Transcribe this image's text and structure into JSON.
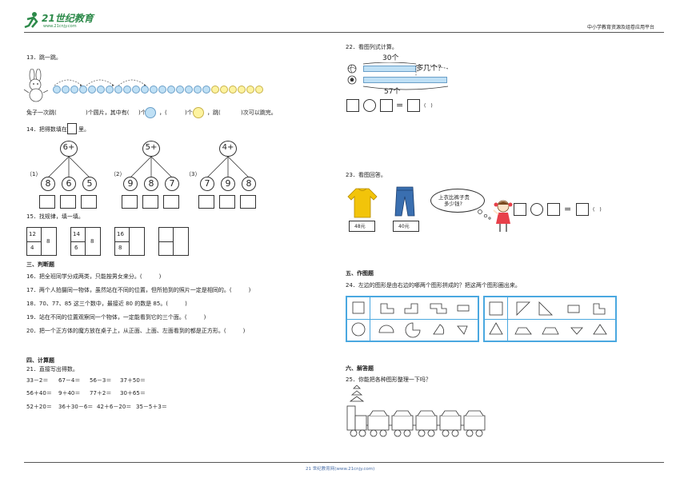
{
  "header": {
    "logo_text": "21世纪教育",
    "logo_url": "www.21cnjy.com",
    "platform": "中小学教育资源及组卷应用平台"
  },
  "footer": {
    "text": "21 世纪教育网(www.21cnjy.com)"
  },
  "q13": {
    "title": "13．跳一跳。",
    "line": [
      "兔子一次跳(",
      ")个圆片，其中有(",
      ")个",
      "，(",
      ")个",
      "，跳(",
      ")次可以跳完。"
    ]
  },
  "q14": {
    "title": "14．把得数填在",
    "title_end": "里。",
    "trees": [
      {
        "label": "（1）",
        "top": "6+",
        "nums": [
          "8",
          "6",
          "5"
        ]
      },
      {
        "label": "（2）",
        "top": "5+",
        "nums": [
          "9",
          "8",
          "7"
        ]
      },
      {
        "label": "（3）",
        "top": "4+",
        "nums": [
          "7",
          "9",
          "8"
        ]
      }
    ]
  },
  "q15": {
    "title": "15．找规律，填一填。",
    "grids": [
      {
        "a": "12",
        "b": "4",
        "c": "8"
      },
      {
        "a": "14",
        "b": "6",
        "c": "8"
      },
      {
        "a": "16",
        "b": "8",
        "c": ""
      },
      {
        "a": "",
        "b": "",
        "c": ""
      }
    ]
  },
  "section3": {
    "title": "三、判断题",
    "items": [
      "16．把全班同学分成两类，只能按男女来分。(　　　)",
      "17．两个人拍摄同一物体，虽然站在不同的位置，但所拍到的照片一定是相同的。(　　　)",
      "18．70、77、85 这三个数中，最接近 80 的数是 85。(　　　)",
      "19．站在不同的位置观察同一个物体，一定能看到它的三个面。(　　　)",
      "20．把一个正方体的魔方放在桌子上，从正面、上面、左面看到的都是正方形。(　　　)"
    ]
  },
  "section4": {
    "title": "四、计算题",
    "q21_title": "21．直接写出得数。",
    "rows": [
      [
        "33－2＝",
        "67－4＝",
        "56－3＝",
        "37＋50＝"
      ],
      [
        "56＋40＝",
        "9＋40＝",
        "77＋2＝",
        "30＋65＝"
      ],
      [
        "52＋20＝",
        "36＋30－6＝",
        "42＋6－20＝",
        "35－5＋3＝"
      ]
    ]
  },
  "q22": {
    "title": "22．看图列式计算。",
    "top_label": "30个",
    "question": "多几个？",
    "bottom_label": "57个",
    "paren": "(　)"
  },
  "q23": {
    "title": "23．看图回答。",
    "price_shirt": "48元",
    "price_pants": "40元",
    "bubble": [
      "上衣比裤子贵",
      "多少钱?"
    ],
    "paren": "(　)"
  },
  "section5": {
    "title": "五、作图题",
    "q24": "24．左边的图形是由右边的哪两个图形拼成的？把这两个图形圈出来。"
  },
  "section6": {
    "title": "六、解答题",
    "q25": "25．你能把各种图形整理一下吗？"
  },
  "colors": {
    "accent": "#4aa8e0",
    "bead": "#bfe0f5",
    "yellow": "#fdf3a0",
    "logo": "#2d8a4a"
  }
}
